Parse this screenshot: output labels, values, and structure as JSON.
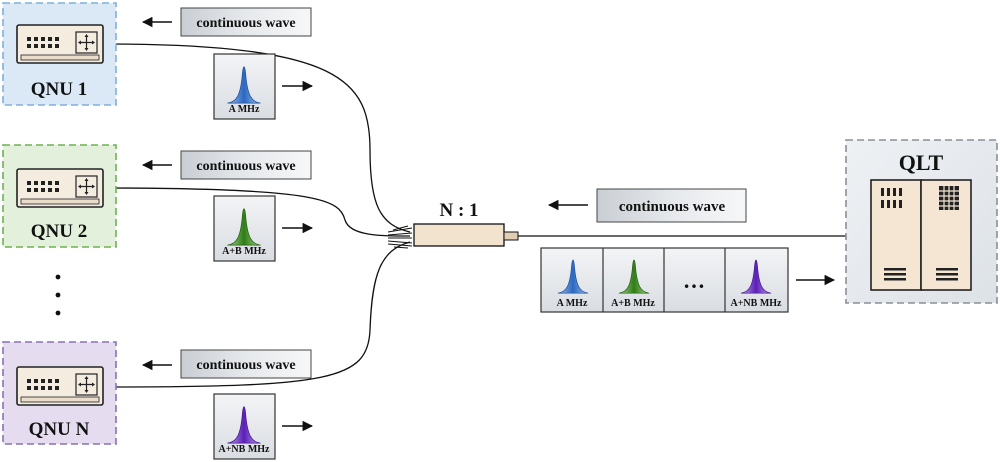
{
  "units": [
    {
      "label": "QNU 1",
      "freq": "A MHz",
      "color": "#3f74c9",
      "bg": "#dbe9f7",
      "border": "#7fb0de"
    },
    {
      "label": "QNU 2",
      "freq": "A+B MHz",
      "color": "#3a8a1f",
      "bg": "#e3f1dc",
      "border": "#6ab34f"
    },
    {
      "label": "QNU N",
      "freq": "A+NB MHz",
      "color": "#6a2bc4",
      "bg": "#e6dcef",
      "border": "#8a70b7"
    }
  ],
  "continuous_wave": "continuous wave",
  "dots_vertical": "·",
  "splitter_ratio": "N : 1",
  "qlt_label": "QLT",
  "spectrum": {
    "freqs": [
      "A MHz",
      "A+B MHz",
      "A+NB MHz"
    ],
    "ellipsis": "…"
  },
  "colors": {
    "blue": "#3f74c9",
    "green": "#3a8a1f",
    "purple": "#6a2bc4"
  }
}
